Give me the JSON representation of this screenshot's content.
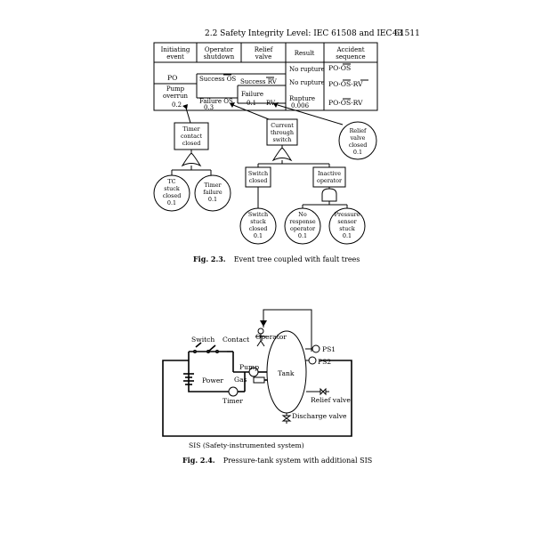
{
  "header": {
    "section": "2.2  Safety Integrity Level: IEC 61508 and IEC 61511",
    "page_number": "43"
  },
  "event_tree": {
    "columns": [
      "Initiating|event",
      "Operator|shutdown",
      "Relief|valve",
      "Result",
      "Accident|sequence"
    ],
    "initiating_event": "PO",
    "pump_overrun_label": "Pump|overrun",
    "pump_overrun_prob": "0.2",
    "operator_success": "Success OS",
    "operator_failure": "Failure OS",
    "operator_failure_prob": "0.3",
    "relief_success": "Success RV",
    "relief_failure": "Failure",
    "relief_failure_prob": "0.1",
    "relief_failure_tag": "RV",
    "results": [
      "No rupture",
      "No rupture",
      "Rupture"
    ],
    "rupture_prob": "0.006",
    "sequences": [
      "PO·OS",
      "PO·OS·RV",
      "PO·OS·RV"
    ]
  },
  "fault_trees": {
    "timer_contact": "Timer|contact|closed",
    "tc_stuck": "TC|stuck|closed|0.1",
    "timer_failure": "Timer|failure|0.1",
    "current_switch": "Current|through|switch",
    "relief_valve": "Relief|valve|closed|0.1",
    "switch_closed": "Switch|closed",
    "inactive_operator": "Inactive|operator",
    "switch_stuck": "Switch|stuck|closed|0.1",
    "no_response": "No|response|operator|0.1",
    "pressure_sensor": "Pressure|sensor|stuck|0.1"
  },
  "fig23_caption": {
    "label": "Fig. 2.3.",
    "text": "Event tree coupled with fault trees"
  },
  "diagram": {
    "operator": "Operator",
    "switch": "Switch",
    "contact": "Contact",
    "ps1": "PS1",
    "ps2": "PS2",
    "pump": "Pump",
    "gas": "Gas",
    "tank": "Tank",
    "power": "Power",
    "timer": "Timer",
    "relief_valve": "Relief valve",
    "discharge_valve": "Discharge valve",
    "sis": "SIS (Safety-instrumented system)"
  },
  "fig24_caption": {
    "label": "Fig. 2.4.",
    "text": "Pressure-tank system with additional SIS"
  }
}
